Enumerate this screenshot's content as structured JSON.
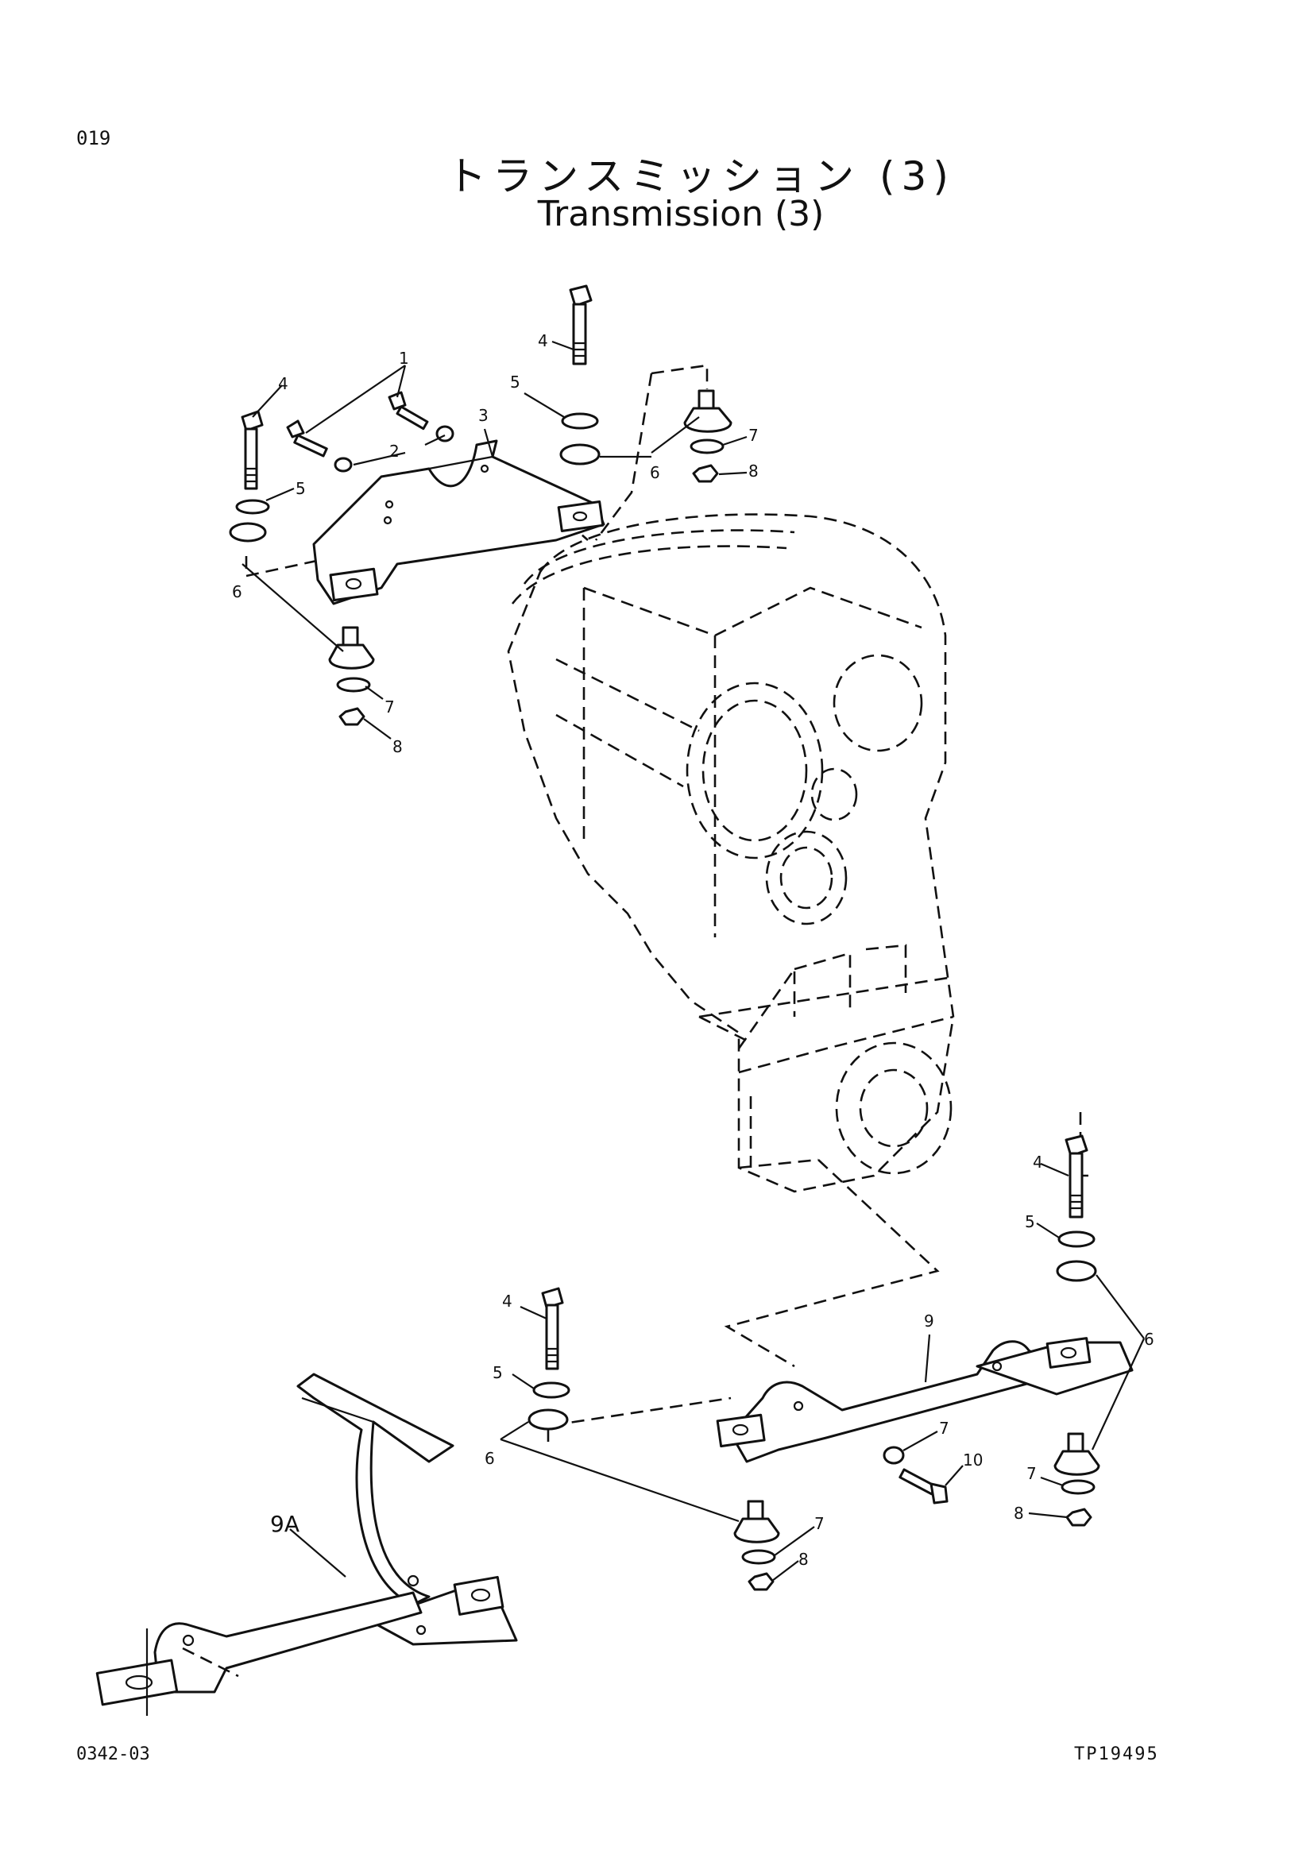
{
  "page": {
    "number": "019",
    "title_jp": "トランスミッション (3)",
    "title_en": "Transmission (3)",
    "footer_left": "0342-03",
    "footer_right": "TP19495"
  },
  "callouts": [
    {
      "id": "top-1",
      "text": "1"
    },
    {
      "id": "top-2",
      "text": "2"
    },
    {
      "id": "top-3",
      "text": "3"
    },
    {
      "id": "top-left-4",
      "text": "4"
    },
    {
      "id": "top-left-5",
      "text": "5"
    },
    {
      "id": "top-left-6",
      "text": "6"
    },
    {
      "id": "top-left-7",
      "text": "7"
    },
    {
      "id": "top-left-8",
      "text": "8"
    },
    {
      "id": "top-right-4",
      "text": "4"
    },
    {
      "id": "top-right-5",
      "text": "5"
    },
    {
      "id": "top-right-6",
      "text": "6"
    },
    {
      "id": "top-right-7",
      "text": "7"
    },
    {
      "id": "top-right-8",
      "text": "8"
    },
    {
      "id": "bot-left-4",
      "text": "4"
    },
    {
      "id": "bot-left-5",
      "text": "5"
    },
    {
      "id": "bot-left-6",
      "text": "6"
    },
    {
      "id": "bot-left-7",
      "text": "7"
    },
    {
      "id": "bot-left-8",
      "text": "8"
    },
    {
      "id": "bot-9",
      "text": "9"
    },
    {
      "id": "bot-7-mid",
      "text": "7"
    },
    {
      "id": "bot-10",
      "text": "10"
    },
    {
      "id": "bot-right-4",
      "text": "4"
    },
    {
      "id": "bot-right-5",
      "text": "5"
    },
    {
      "id": "bot-right-6",
      "text": "6"
    },
    {
      "id": "bot-right-7",
      "text": "7"
    },
    {
      "id": "bot-right-8",
      "text": "8"
    },
    {
      "id": "bot-9a",
      "text": "9A"
    }
  ]
}
